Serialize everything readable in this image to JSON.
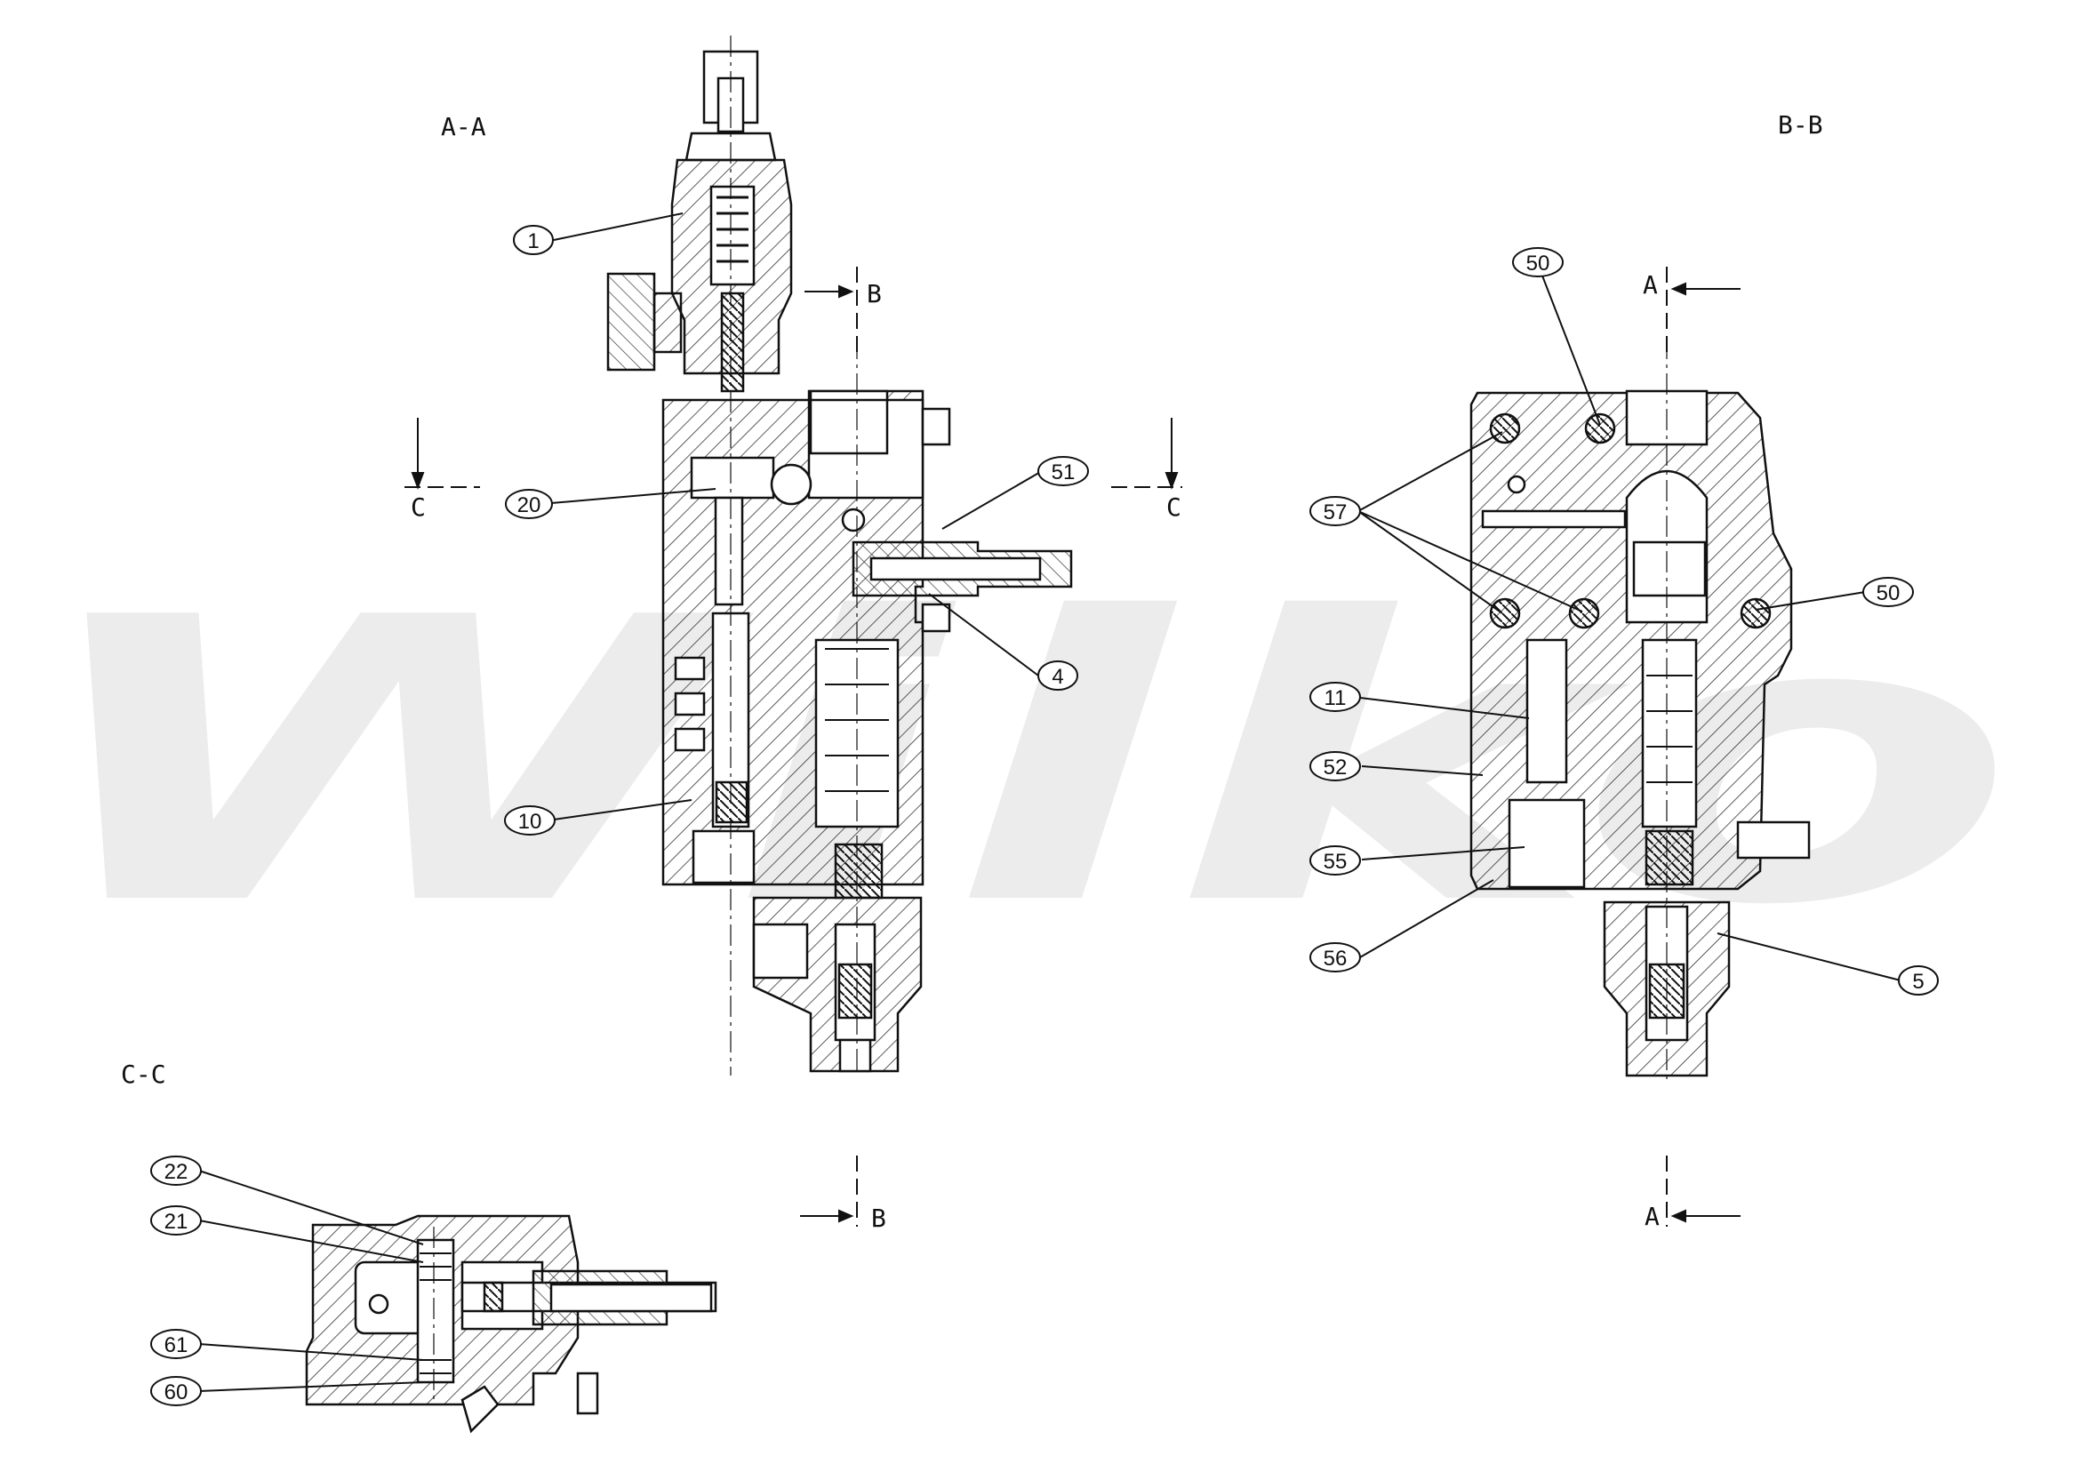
{
  "watermark": {
    "text": "Wilko",
    "color": "#ececec"
  },
  "views": {
    "section_aa": {
      "title": "A-A"
    },
    "section_bb": {
      "title": "B-B"
    },
    "section_cc": {
      "title": "C-C"
    }
  },
  "cut_markers": {
    "b_top": "B",
    "b_bottom": "B",
    "c_left": "C",
    "c_right": "C",
    "a_top": "A",
    "a_bottom": "A"
  },
  "balloons": {
    "aa": [
      "1",
      "20",
      "51",
      "4",
      "10"
    ],
    "bb": [
      "50",
      "57",
      "50",
      "11",
      "52",
      "55",
      "56",
      "5"
    ],
    "cc": [
      "22",
      "21",
      "61",
      "60"
    ]
  },
  "colors": {
    "line": "#111111",
    "hatch": "#333333",
    "watermark": "#ececec"
  }
}
